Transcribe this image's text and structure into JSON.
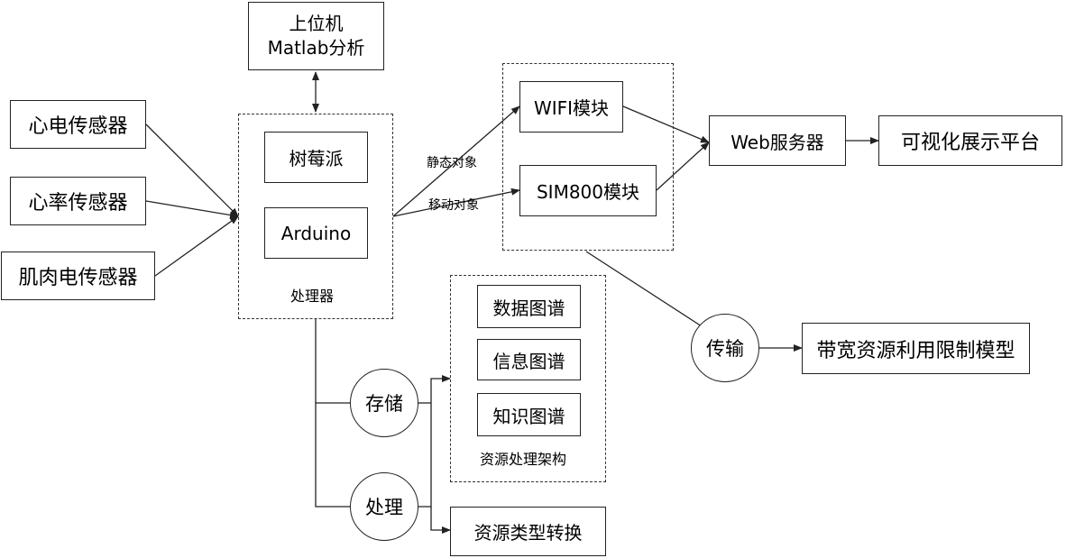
{
  "upper_computer": {
    "line1": "上位机",
    "line2": "Matlab分析"
  },
  "sensors": [
    "心电传感器",
    "心率传感器",
    "肌肉电传感器"
  ],
  "processor": {
    "raspberry": "树莓派",
    "arduino": "Arduino",
    "label": "处理器"
  },
  "edge_labels": {
    "static": "静态对象",
    "mobile": "移动对象"
  },
  "comm_modules": {
    "wifi": "WIFI模块",
    "sim": "SIM800模块"
  },
  "web_server": "Web服务器",
  "visual_platform": "可视化展示平台",
  "transmission": {
    "node": "传输",
    "model": "带宽资源利用限制模型"
  },
  "storage_node": "存储",
  "process_node": "处理",
  "graphs": {
    "data": "数据图谱",
    "info": "信息图谱",
    "knowledge": "知识图谱",
    "label": "资源处理架构"
  },
  "type_conversion": "资源类型转换",
  "colors": {
    "line": "#222222",
    "background": "#ffffff"
  }
}
